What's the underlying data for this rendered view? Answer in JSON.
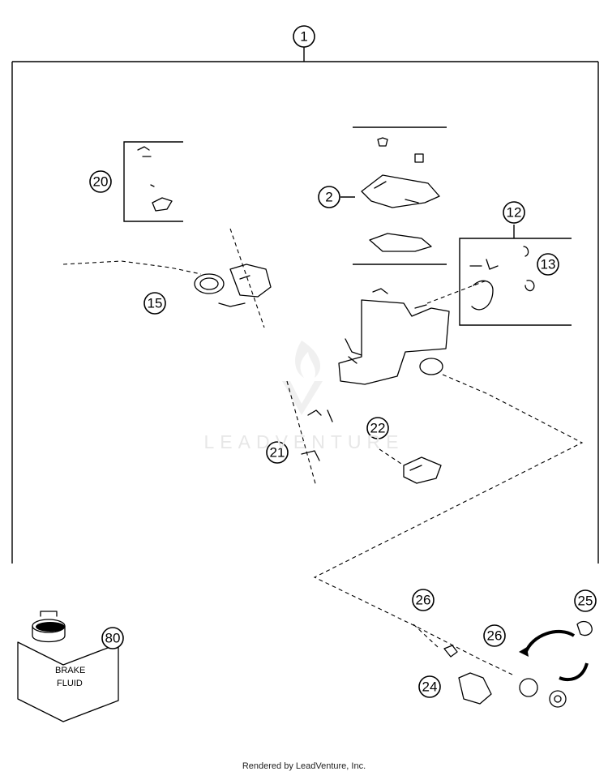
{
  "diagram": {
    "callouts": {
      "c1": "1",
      "c2": "2",
      "c12": "12",
      "c13": "13",
      "c15": "15",
      "c20": "20",
      "c21": "21",
      "c22": "22",
      "c24": "24",
      "c25": "25",
      "c26a": "26",
      "c26b": "26",
      "c80": "80"
    },
    "bottle_label": {
      "line1": "BRAKE",
      "line2": "FLUID"
    }
  },
  "watermark": "LEADVENTURE",
  "footer": "Rendered by LeadVenture, Inc."
}
